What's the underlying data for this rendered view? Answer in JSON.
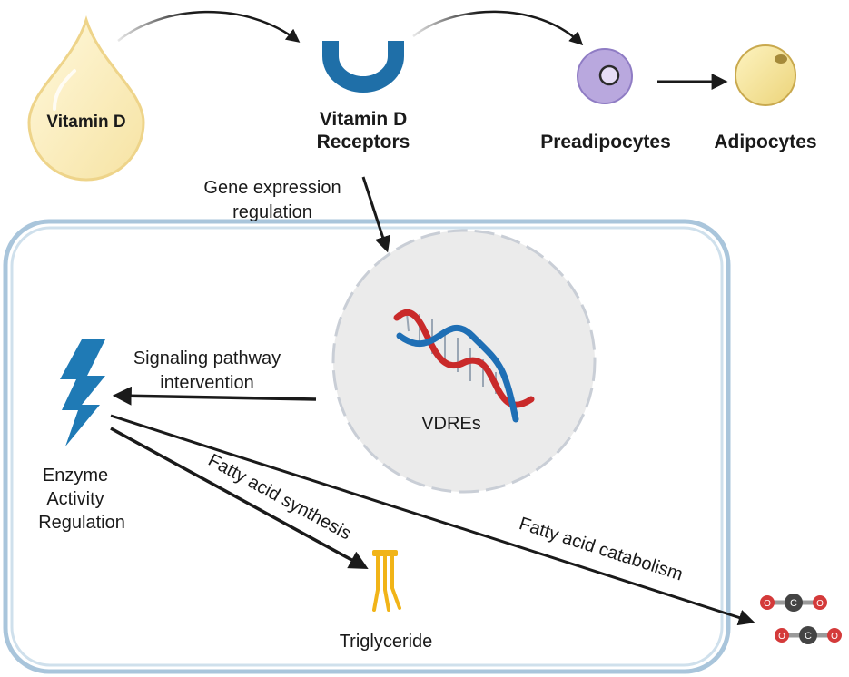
{
  "labels": {
    "vitamin_d": "Vitamin D",
    "vdr_line1": "Vitamin D",
    "vdr_line2": "Receptors",
    "preadipocytes": "Preadipocytes",
    "adipocytes": "Adipocytes",
    "gene_line1": "Gene expression",
    "gene_line2": "regulation",
    "signaling_line1": "Signaling pathway",
    "signaling_line2": "intervention",
    "vdres": "VDREs",
    "enzyme_line1": "Enzyme",
    "enzyme_line2": "Activity",
    "enzyme_line3": "Regulation",
    "fa_synthesis": "Fatty acid synthesis",
    "fa_catabolism": "Fatty acid catabolism",
    "triglyceride": "Triglyceride",
    "atom_o": "O",
    "atom_c": "C"
  },
  "colors": {
    "vitamin_d_text": "#3a7fc4",
    "receptor": "#1f6fa8",
    "lightning": "#1f7ab5",
    "preadipocyte": "#b9a8de",
    "adipocyte": "#f4e39a",
    "dna_red": "#c92a2a",
    "dna_blue": "#1f6fb5",
    "triglyceride": "#f1b418",
    "oxygen": "#d43a3a",
    "carbon": "#444444",
    "cell_membrane": "#a9c5db"
  }
}
